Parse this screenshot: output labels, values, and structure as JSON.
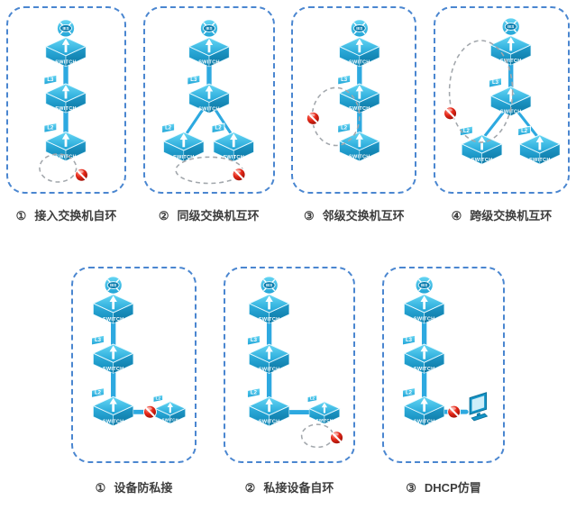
{
  "colors": {
    "background": "#ffffff",
    "panel_border": "#4a86d0",
    "device_cyan": "#2fb4e1",
    "link": "#2da9e0",
    "loop_dash": "#a2a7ac",
    "forbid_red": "#d01b10",
    "caption_text": "#3d3d3d"
  },
  "labels": {
    "switch": "SWITCH",
    "core": "IES",
    "l3": "L3",
    "l2": "L2"
  },
  "icons": {
    "forbidden": "no-entry-icon",
    "computer": "monitor-icon",
    "core_badge": "hub-arrows-icon",
    "device_arrow": "up-arrow-icon"
  },
  "panels": [
    {
      "num": "①",
      "caption": "接入交换机自环",
      "topology": "chain-selfloop"
    },
    {
      "num": "②",
      "caption": "同级交换机互环",
      "topology": "fork-peer-loop"
    },
    {
      "num": "③",
      "caption": "邻级交换机互环",
      "topology": "chain-neighbor-loop"
    },
    {
      "num": "④",
      "caption": "跨级交换机互环",
      "topology": "fork-cross-loop"
    },
    {
      "num": "①",
      "caption": "设备防私接",
      "topology": "chain-private-block"
    },
    {
      "num": "②",
      "caption": "私接设备自环",
      "topology": "chain-private-selfloop"
    },
    {
      "num": "③",
      "caption": "DHCP仿冒",
      "topology": "chain-dhcp-spoof"
    }
  ]
}
